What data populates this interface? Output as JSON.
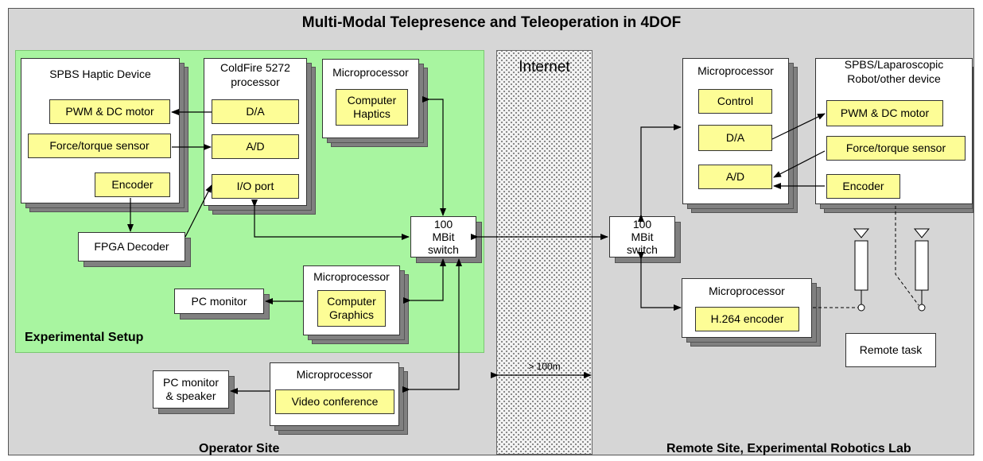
{
  "title": "Multi-Modal Telepresence and Teleoperation in 4DOF",
  "regions": {
    "experimental_setup": "Experimental Setup",
    "operator_site": "Operator Site",
    "remote_site": "Remote Site, Experimental Robotics Lab",
    "internet": "Internet",
    "distance": "> 100m"
  },
  "operator": {
    "haptic_device": {
      "title": "SPBS Haptic Device",
      "pwm": "PWM & DC motor",
      "force": "Force/torque sensor",
      "encoder": "Encoder"
    },
    "coldfire": {
      "title_line1": "ColdFire 5272",
      "title_line2": "processor",
      "da": "D/A",
      "ad": "A/D",
      "io": "I/O port"
    },
    "fpga": "FPGA Decoder",
    "micro_haptics": {
      "title": "Microprocessor",
      "line1": "Computer",
      "line2": "Haptics"
    },
    "switch": {
      "line1": "100",
      "line2": "MBit",
      "line3": "switch"
    },
    "micro_graphics": {
      "title": "Microprocessor",
      "line1": "Computer",
      "line2": "Graphics"
    },
    "pc_monitor": "PC monitor",
    "micro_video": {
      "title": "Microprocessor",
      "label": "Video conference"
    },
    "pc_speaker": {
      "line1": "PC monitor",
      "line2": "& speaker"
    }
  },
  "remote": {
    "switch": {
      "line1": "100",
      "line2": "MBit",
      "line3": "switch"
    },
    "micro_control": {
      "title": "Microprocessor",
      "control": "Control",
      "da": "D/A",
      "ad": "A/D"
    },
    "robot": {
      "title_line1": "SPBS/Laparoscopic",
      "title_line2": "Robot/other device",
      "pwm": "PWM & DC motor",
      "force": "Force/torque sensor",
      "encoder": "Encoder"
    },
    "micro_h264": {
      "title": "Microprocessor",
      "label": "H.264 encoder"
    },
    "remote_task": "Remote task"
  },
  "colors": {
    "background": "#d6d6d6",
    "experimental_area": "#a8f5a0",
    "yellow_block": "#fdfd96",
    "shadow": "#808080"
  }
}
